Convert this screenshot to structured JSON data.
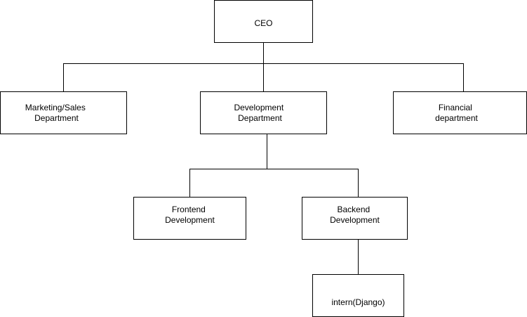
{
  "org_chart": {
    "nodes": [
      {
        "id": "ceo",
        "lines": [
          "CEO"
        ]
      },
      {
        "id": "marketing",
        "lines": [
          "Marketing/Sales",
          "Department"
        ]
      },
      {
        "id": "development",
        "lines": [
          "Development",
          "Department"
        ]
      },
      {
        "id": "financial",
        "lines": [
          "Financial",
          "department"
        ]
      },
      {
        "id": "frontend",
        "lines": [
          "Frontend",
          "Development"
        ]
      },
      {
        "id": "backend",
        "lines": [
          "Backend",
          "Development"
        ]
      },
      {
        "id": "intern",
        "lines": [
          "intern(Django)"
        ]
      }
    ],
    "edges": [
      {
        "from": "ceo",
        "to": "marketing"
      },
      {
        "from": "ceo",
        "to": "development"
      },
      {
        "from": "ceo",
        "to": "financial"
      },
      {
        "from": "development",
        "to": "frontend"
      },
      {
        "from": "development",
        "to": "backend"
      },
      {
        "from": "backend",
        "to": "intern"
      }
    ]
  }
}
